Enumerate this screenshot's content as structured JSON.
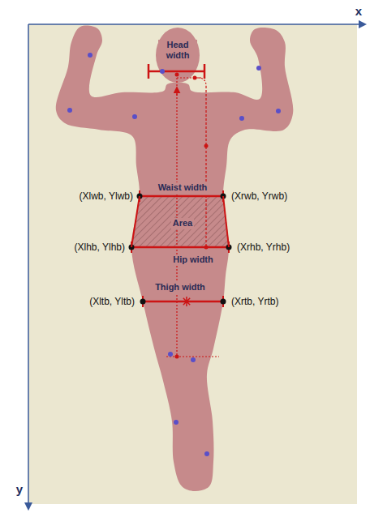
{
  "diagram": {
    "labels": [
      "x",
      "Head width",
      "Waist width",
      "(Xlwb, Ylwb)",
      "(Xrwb, Yrwb)",
      "Area",
      "(Xlhb, Ylhb)",
      "(Xrhb, Yrhb)",
      "Hip width",
      "Thigh width",
      "(Xltb, Yltb)",
      "(Xrtb, Yrtb)",
      "y"
    ]
  }
}
